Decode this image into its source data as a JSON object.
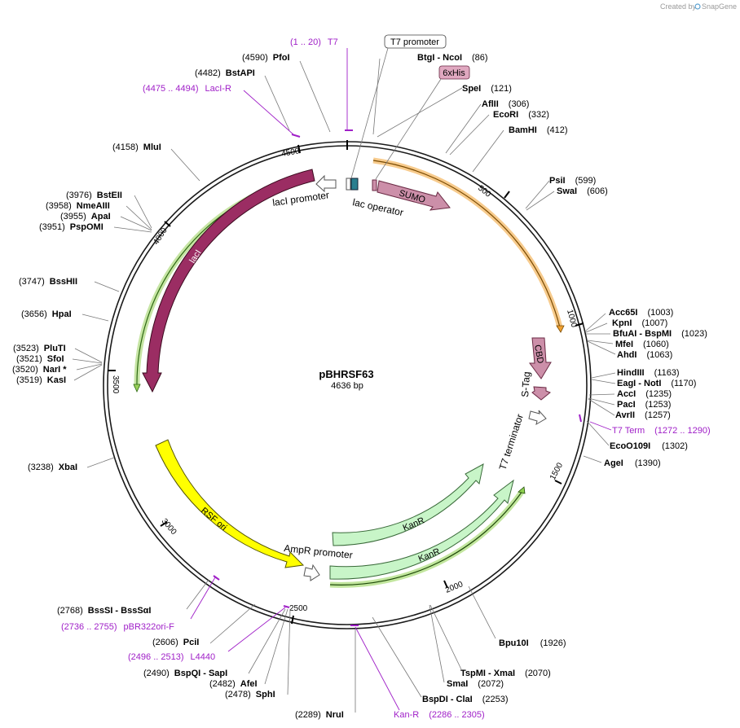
{
  "credit": {
    "created_by": "Created by",
    "brand": "SnapGene"
  },
  "map": {
    "name": "pBHRSF63",
    "length_text": "4636 bp",
    "length": 4636,
    "colors": {
      "backbone": "#1a1a1a",
      "leader": "#777777",
      "primer": "#a020c8",
      "lacI": "#9b2d63",
      "SUMO": "#cc8fa9",
      "KanR": "#c8f5c8",
      "RSF_ori": "#ffff00",
      "orf_lacI": "#98cf59",
      "orf_kan": "#8fd14f",
      "orf_top": "#f0a030",
      "lac_operator": "#2a7f8f"
    }
  },
  "ticks": [
    "500",
    "1000",
    "1500",
    "2000",
    "2500",
    "3000",
    "3500",
    "4000",
    "4500"
  ],
  "sites": [
    {
      "name": "PfoI",
      "pos": "(4590)"
    },
    {
      "name": "BstAPI",
      "pos": "(4482)"
    },
    {
      "name": "MluI",
      "pos": "(4158)"
    },
    {
      "name": "BstEII",
      "pos": "(3976)"
    },
    {
      "name": "NmeAIII",
      "pos": "(3958)"
    },
    {
      "name": "ApaI",
      "pos": "(3955)"
    },
    {
      "name": "PspOMI",
      "pos": "(3951)"
    },
    {
      "name": "BssHII",
      "pos": "(3747)"
    },
    {
      "name": "HpaI",
      "pos": "(3656)"
    },
    {
      "name": "PluTI",
      "pos": "(3523)"
    },
    {
      "name": "SfoI",
      "pos": "(3521)"
    },
    {
      "name": "NarI *",
      "pos": "(3520)"
    },
    {
      "name": "KasI",
      "pos": "(3519)"
    },
    {
      "name": "XbaI",
      "pos": "(3238)"
    },
    {
      "name": "BssSI  - BssSαI",
      "pos": "(2768)"
    },
    {
      "name": "PciI",
      "pos": "(2606)"
    },
    {
      "name": "BspQI  - SapI",
      "pos": "(2490)"
    },
    {
      "name": "AfeI",
      "pos": "(2482)"
    },
    {
      "name": "SphI",
      "pos": "(2478)"
    },
    {
      "name": "NruI",
      "pos": "(2289)"
    },
    {
      "name": "BtgI  - NcoI",
      "pos": "(86)"
    },
    {
      "name": "SpeI",
      "pos": "(121)"
    },
    {
      "name": "AflII",
      "pos": "(306)"
    },
    {
      "name": "EcoRI",
      "pos": "(332)"
    },
    {
      "name": "BamHI",
      "pos": "(412)"
    },
    {
      "name": "PsiI",
      "pos": "(599)"
    },
    {
      "name": "SwaI",
      "pos": "(606)"
    },
    {
      "name": "Acc65I",
      "pos": "(1003)"
    },
    {
      "name": "KpnI",
      "pos": "(1007)"
    },
    {
      "name": "BfuAI  - BspMI",
      "pos": "(1023)"
    },
    {
      "name": "MfeI",
      "pos": "(1060)"
    },
    {
      "name": "AhdI",
      "pos": "(1063)"
    },
    {
      "name": "HindIII",
      "pos": "(1163)"
    },
    {
      "name": "EagI  - NotI",
      "pos": "(1170)"
    },
    {
      "name": "AccI",
      "pos": "(1235)"
    },
    {
      "name": "PacI",
      "pos": "(1253)"
    },
    {
      "name": "AvrII",
      "pos": "(1257)"
    },
    {
      "name": "EcoO109I",
      "pos": "(1302)"
    },
    {
      "name": "AgeI",
      "pos": "(1390)"
    },
    {
      "name": "Bpu10I",
      "pos": "(1926)"
    },
    {
      "name": "TspMI  - XmaI",
      "pos": "(2070)"
    },
    {
      "name": "SmaI",
      "pos": "(2072)"
    },
    {
      "name": "BspDI  - ClaI",
      "pos": "(2253)"
    }
  ],
  "primers": [
    {
      "range": "(1 .. 20)",
      "name": "T7"
    },
    {
      "range": "(4475 .. 4494)",
      "name": "LacI-R"
    },
    {
      "range": "(1272 .. 1290)",
      "name": "T7 Term"
    },
    {
      "range": "(2736 .. 2755)",
      "name": "pBR322ori-F"
    },
    {
      "range": "(2496 .. 2513)",
      "name": "L4440"
    },
    {
      "range": "(2286 .. 2305)",
      "name": "Kan-R"
    }
  ],
  "features": {
    "t7_promoter": "T7 promoter",
    "his_tag": "6xHis",
    "lacI_promoter": "lacI promoter",
    "lac_operator": "lac operator",
    "sumo": "SUMO",
    "lacI": "lacI",
    "cbd": "CBD",
    "s_tag": "S-Tag",
    "t7_terminator": "T7 terminator",
    "kanr1": "KanR",
    "kanr2": "KanR",
    "rsf_ori": "RSF ori",
    "ampr_promoter": "AmpR promoter"
  }
}
